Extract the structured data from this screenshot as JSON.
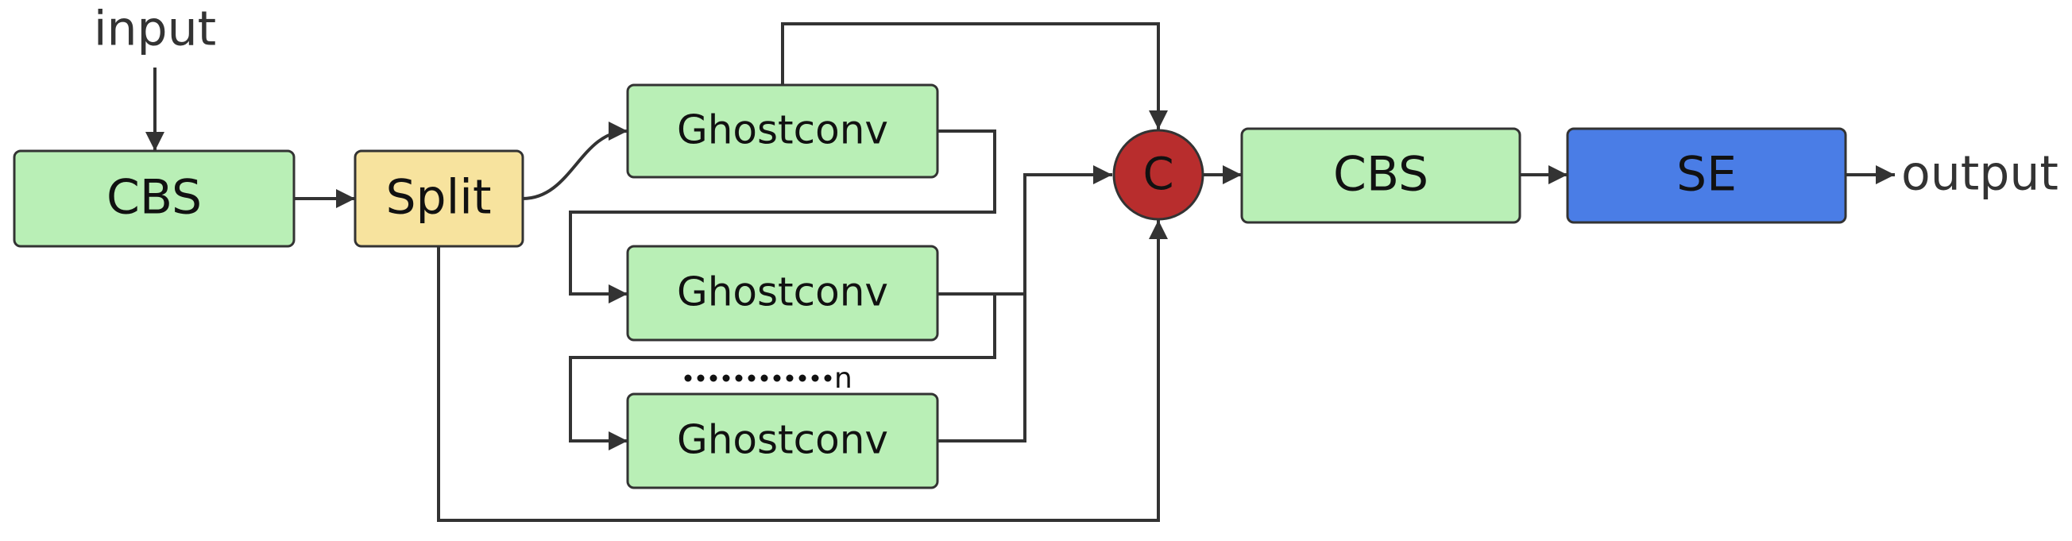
{
  "labels": {
    "input": "input",
    "output": "output",
    "repeat_n": "n"
  },
  "blocks": {
    "cbs_in": "CBS",
    "split": "Split",
    "ghost_1": "Ghostconv",
    "ghost_2": "Ghostconv",
    "ghost_3": "Ghostconv",
    "concat": "C",
    "cbs_out": "CBS",
    "se": "SE"
  },
  "colors": {
    "cbs_fill": "#b9efb6",
    "split_fill": "#f7e39e",
    "ghost_fill": "#b9efb6",
    "concat_fill": "#b82d2d",
    "se_fill": "#4a7de6",
    "line": "#333333"
  }
}
